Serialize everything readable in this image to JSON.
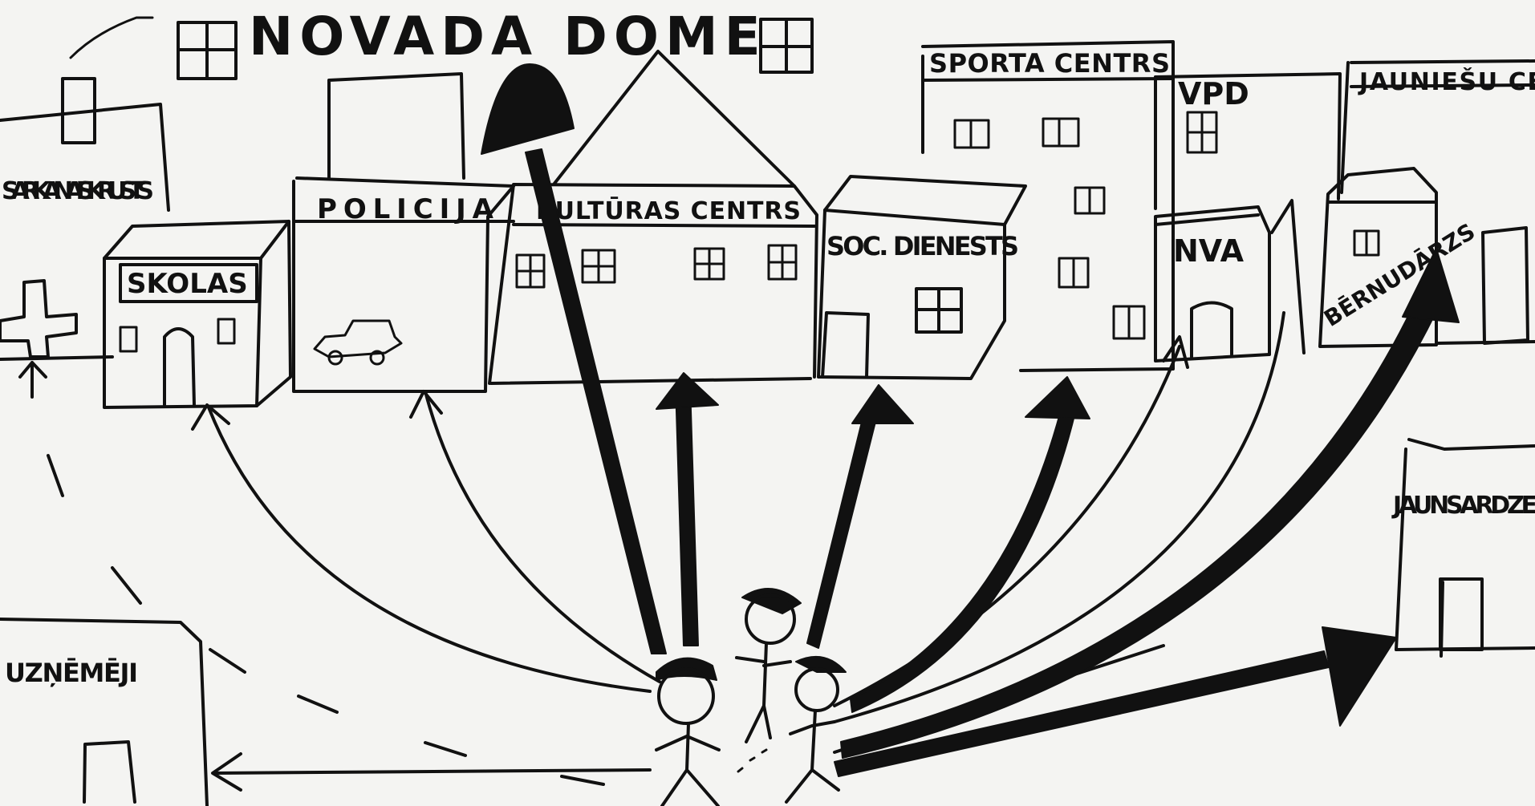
{
  "title": "NOVADA DOME",
  "buildings": {
    "red_cross": "SARKANAIS KRUSTS",
    "schools": "SKOLAS",
    "police": "POLICIJA",
    "culture_centre": "KULTŪRAS CENTRS",
    "social_service": "SOC. DIENESTS",
    "sports_centre": "SPORTA CENTRS",
    "vpd": "VPD",
    "nva": "NVA",
    "youth_centre": "JAUNIEŠU CE",
    "child_care": "BĒRNUDĀRZS",
    "youth_guard": "JAUNSARDZE",
    "employers": "UZŅĒMĒJI"
  },
  "colors": {
    "ink": "#111111",
    "paper": "#f4f4f2"
  }
}
